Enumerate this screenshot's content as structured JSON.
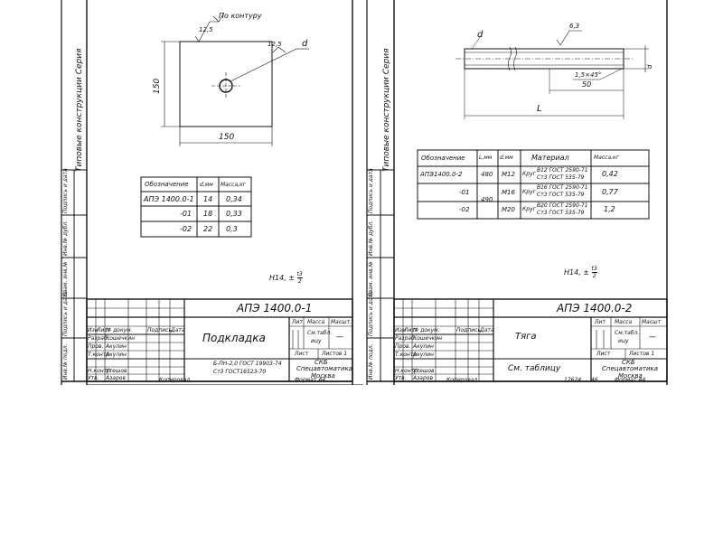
{
  "sheet1": {
    "drawing_number": "АПЭ 1400.0-1",
    "part_name": "Подкладка",
    "series_side": "Типовые конструкции Серия",
    "dims": {
      "width": "150",
      "height": "150",
      "roughness_a": "12,5",
      "roughness_b": "12,5",
      "hole": "d",
      "note": "По контуру"
    },
    "table": {
      "headers": [
        "Обозначение",
        "d,мм",
        "Масса,кг"
      ],
      "rows": [
        [
          "АПЭ 1400.0-1",
          "14",
          "0,34"
        ],
        [
          "-01",
          "18",
          "0,33"
        ],
        [
          "-02",
          "22",
          "0,3"
        ]
      ]
    },
    "tolerance": {
      "base": "H14, ±",
      "num": "t3",
      "den": "2"
    },
    "title_block": {
      "head": [
        "Изм",
        "Лист",
        "№ докум.",
        "Подпись",
        "Дата"
      ],
      "roles": [
        "Разраб.",
        "Пров.",
        "Т.контр.",
        "",
        "Н.контр.",
        "Утв."
      ],
      "names": [
        "Кошечкин",
        "Акулин",
        "Акулин",
        "",
        "Утешов",
        "Азаров"
      ],
      "lit": "Лит",
      "mass": "Масса",
      "scale": "Масшт.",
      "see_table": "См.табл.",
      "mass_val": "ицу",
      "scale_val": "—",
      "sheet": "Лист",
      "sheets": "Листов 1",
      "material_1": "Б-ПН-2,0 ГОСТ 19903-74",
      "material_2": "Ст3 ГОСТ16523-70",
      "org_1": "СКБ",
      "org_2": "Спецавтоматика",
      "org_3": "Москва"
    },
    "bottom": {
      "copied": "Копировал",
      "format": "Формат А4"
    },
    "side_stamps": [
      "Инв.№ подл.",
      "Подпись и дата",
      "Взам. инв.№",
      "Инв.№ дубл.",
      "Подпись и дата"
    ]
  },
  "sheet2": {
    "drawing_number": "АПЭ 1400.0-2",
    "part_name": "Тяга",
    "series_side": "Типовые конструкции Серия",
    "dims": {
      "d": "d",
      "roughness": "6,3",
      "chamfer": "1,5×45°",
      "thread_len": "50",
      "length": "L",
      "dia_right": "d"
    },
    "table": {
      "headers": [
        "Обозначение",
        "L,мм",
        "d,мм",
        "Материал",
        "Масса,кг"
      ],
      "rows": [
        [
          "АПЭ1400.0-2",
          "480",
          "М12",
          "Круг",
          "В12 ГОСТ 2590-71",
          "Ст3 ГОСТ 535-79",
          "0,42"
        ],
        [
          "-01",
          "490",
          "М16",
          "Круг",
          "В16 ГОСТ 2590-71",
          "Ст3 ГОСТ 535-79",
          "0,77"
        ],
        [
          "-02",
          "",
          "М20",
          "Круг",
          "В20 ГОСТ 2590-71",
          "Ст3 ГОСТ 535-79",
          "1,2"
        ]
      ]
    },
    "tolerance": {
      "base": "H14, ±",
      "num": "t3",
      "den": "2"
    },
    "title_block": {
      "head": [
        "Изм",
        "Лист",
        "№ докум.",
        "Подпись",
        "Дата"
      ],
      "roles": [
        "Разраб.",
        "Пров.",
        "Т.контр.",
        "",
        "Н.контр.",
        "Утв."
      ],
      "names": [
        "Кошечкин",
        "Акулин",
        "Акулин",
        "",
        "Утешов",
        "Азаров"
      ],
      "lit": "Лит",
      "mass": "Масса",
      "scale": "Масшт",
      "see_table": "См.табл.",
      "mass_val": "ицу",
      "scale_val": "—",
      "sheet": "Лист",
      "sheets": "Листов 1",
      "material_1": "См. таблицу",
      "org_1": "СКБ",
      "org_2": "Спецавтоматика",
      "org_3": "Москва"
    },
    "bottom": {
      "copied": "Копировал",
      "code": "12624",
      "page": "46",
      "format": "Формат А4"
    },
    "side_stamps": [
      "Инв.№ подл.",
      "Подпись и дата",
      "Взам. инв.№",
      "Инв.№ дубл.",
      "Подпись и дата"
    ]
  }
}
